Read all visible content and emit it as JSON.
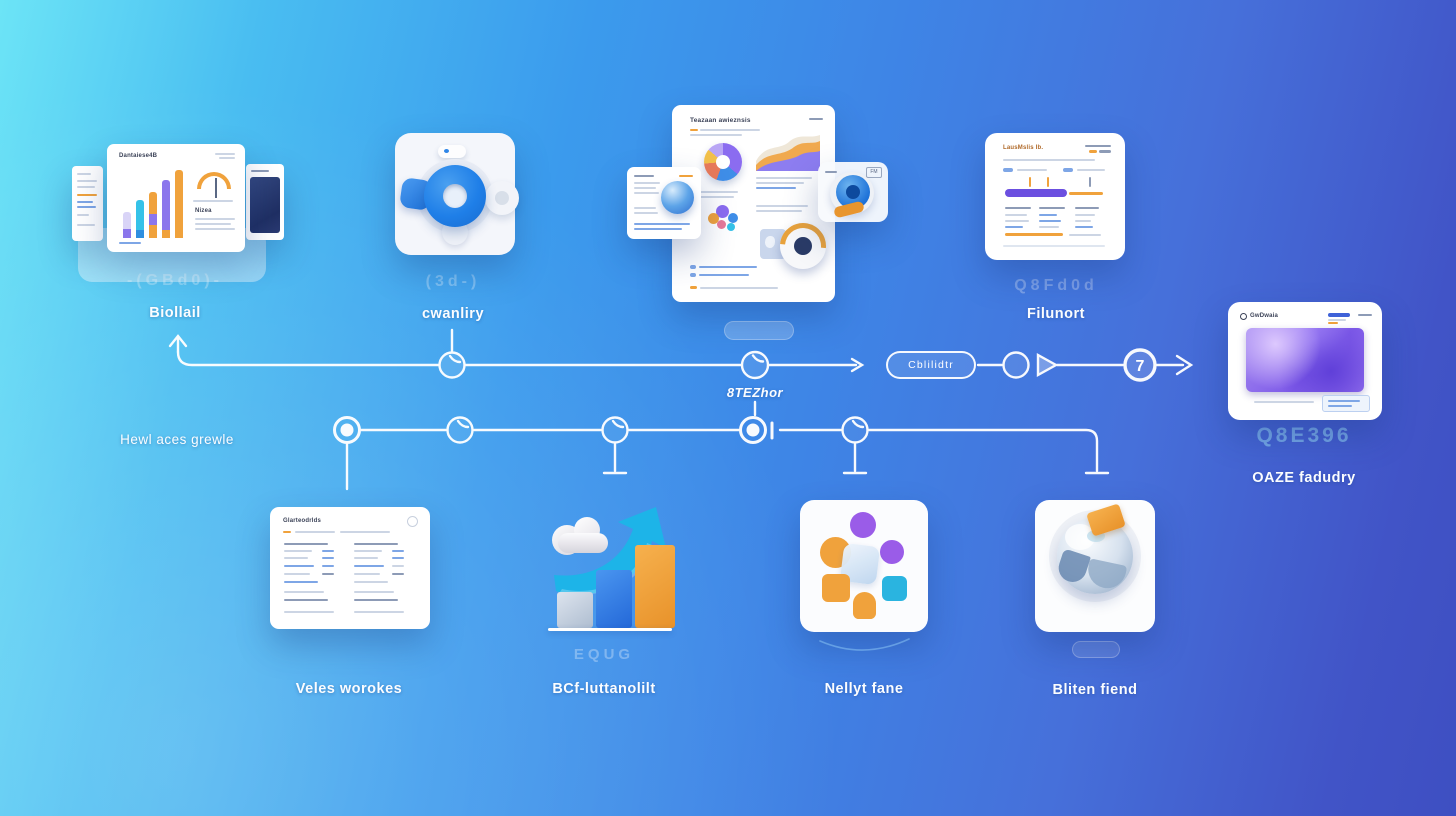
{
  "stages_top": [
    {
      "label": "Biollail",
      "watermark": "-(GBd0)-",
      "card_title": "Dantaiese4B"
    },
    {
      "label": "cwanliry",
      "watermark": "(3d-)"
    },
    {
      "label": "8TEZhor",
      "doc_title": "Teazaan awieznsis",
      "badge": "FM"
    },
    {
      "label": "Filunort",
      "watermark": "Q8Fd0d",
      "card_title": "LausMslis Ib."
    },
    {
      "label": "OAZE fadudry",
      "watermark": "Q8E396",
      "brand": "GwDwaia"
    }
  ],
  "timeline": {
    "pill_label": "Cblilidtr",
    "badge_glyph": "7",
    "row2_label": "Hewl aces grewle"
  },
  "stages_bottom": [
    {
      "label": "Veles worokes",
      "card_title": "Glarteodrlds"
    },
    {
      "label": "BCf-luttanolilt",
      "watermark": "EQUG"
    },
    {
      "label": "Nellyt fane"
    },
    {
      "label": "Bliten fiend"
    }
  ],
  "colors": {
    "accent_blue": "#1f7fe8",
    "accent_orange": "#f0a23c",
    "accent_purple": "#8b6cf0",
    "accent_cyan": "#1fb4e8",
    "bg_gradient_left": "#6ce4f6",
    "bg_gradient_right": "#3e4fc2",
    "line_white": "#ffffff"
  }
}
